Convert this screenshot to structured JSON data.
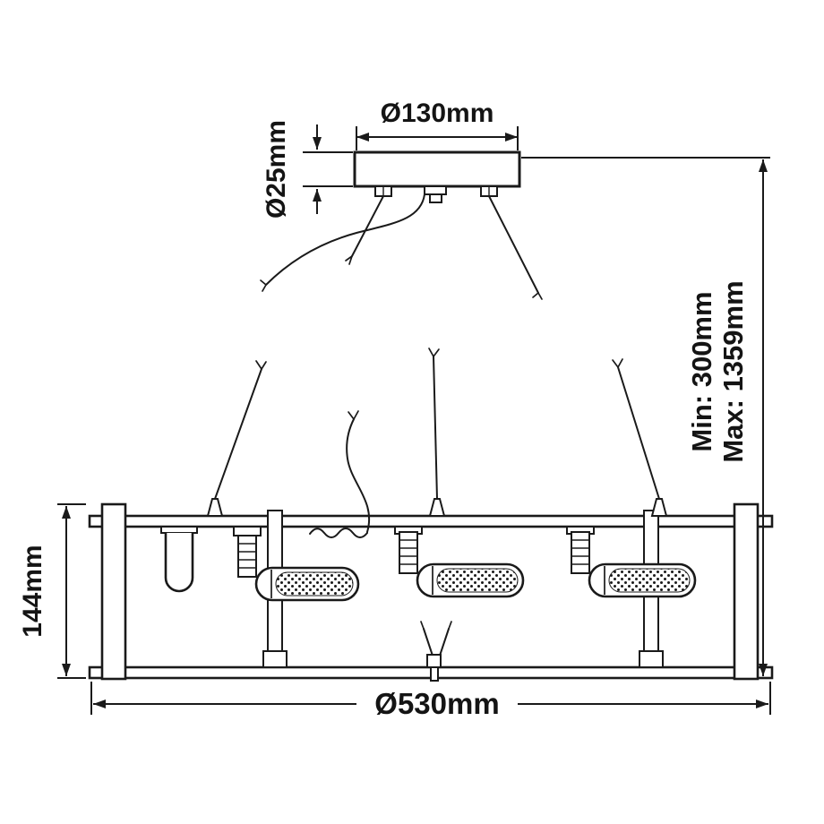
{
  "diagram": {
    "type": "technical-dimension-drawing",
    "subject": "pendant ceiling light fixture with canopy, suspension cables and three linear bulbs",
    "dimensions": {
      "canopy_diameter": "Ø130mm",
      "canopy_height": "Ø25mm",
      "suspension_min": "Min: 300mm",
      "suspension_max": "Max: 1359mm",
      "fixture_height": "144mm",
      "fixture_diameter": "Ø530mm"
    },
    "colors": {
      "line": "#1a1a1a",
      "text": "#141414",
      "background": "#ffffff"
    }
  }
}
